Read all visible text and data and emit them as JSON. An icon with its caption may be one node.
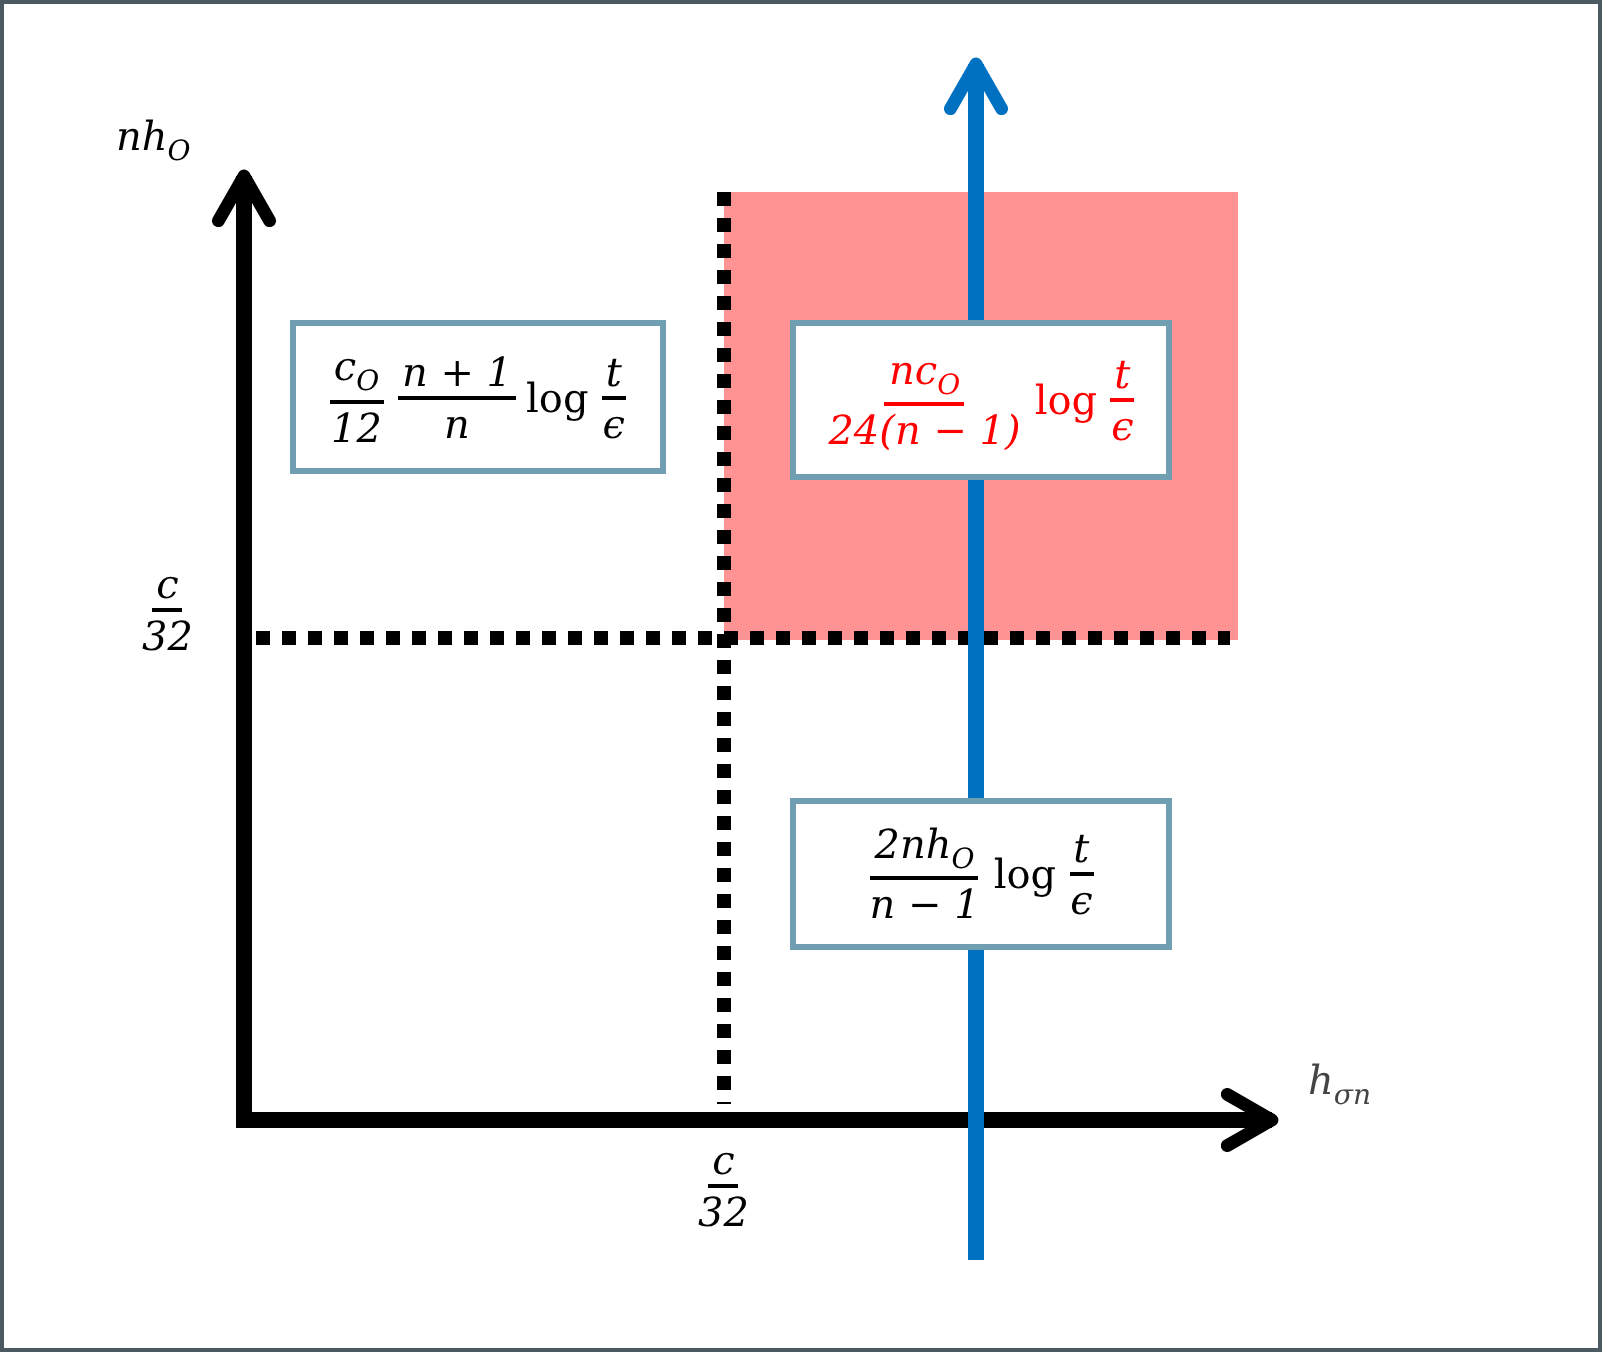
{
  "diagram": {
    "nodes": [
      {
        "text": [
          "c$_{O}$",
          "12",
          "n + 1",
          "n",
          "log",
          "t",
          "ϵ"
        ]
      },
      {
        "text": [
          "nc$_{O}$",
          "24(n − 1)",
          "log",
          "t",
          "ϵ"
        ]
      },
      {
        "text": [
          "2nh$_{O}$",
          "n − 1",
          "log",
          "t",
          "ϵ"
        ]
      }
    ],
    "labels": [
      "nh$_{O}$",
      "c",
      "32",
      "h$_{σn}$",
      "c",
      "32"
    ]
  }
}
